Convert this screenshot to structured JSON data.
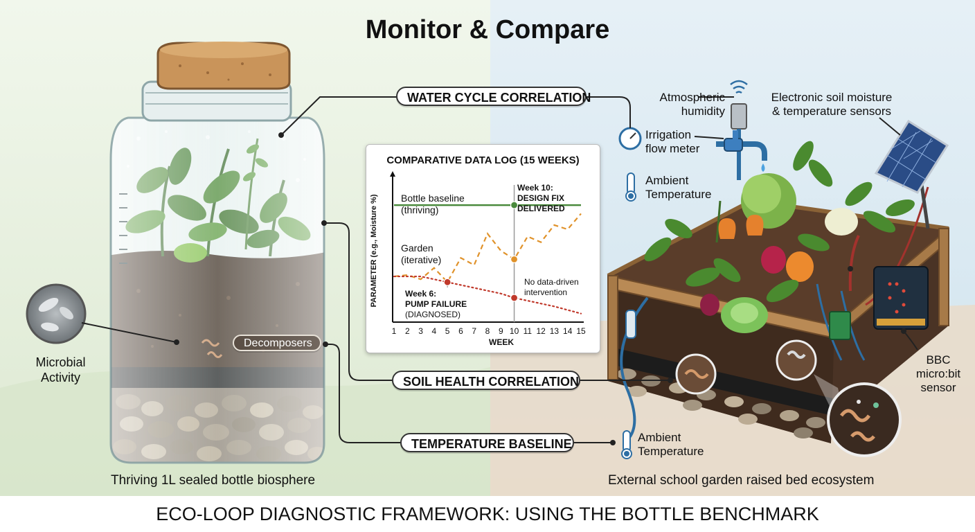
{
  "title": "Monitor & Compare",
  "footer": "ECO-LOOP DIAGNOSTIC FRAMEWORK: USING THE BOTTLE BENCHMARK",
  "left_panel": {
    "caption": "Thriving 1L sealed bottle biosphere",
    "microbial_label": [
      "Microbial",
      "Activity"
    ],
    "decomposers_label": "Decomposers"
  },
  "right_panel": {
    "caption": "External school garden raised bed ecosystem",
    "atmospheric_label": [
      "Atmospheric",
      "humidity"
    ],
    "soil_sensor_label": [
      "Electronic soil moisture",
      "& temperature sensors"
    ],
    "flow_meter_label": [
      "Irrigation",
      "flow meter"
    ],
    "ambient_top_label": [
      "Ambient",
      "Temperature"
    ],
    "ambient_bottom_label": [
      "Ambient",
      "Temperature"
    ],
    "microbit_label": [
      "BBC",
      "micro:bit",
      "sensor"
    ]
  },
  "correlations": {
    "water": "WATER CYCLE CORRELATION",
    "soil": "SOIL HEALTH CORRELATION",
    "temperature": "TEMPERATURE BASELINE"
  },
  "colors": {
    "left_bg": "#e6f1de",
    "right_bg": "#dcebf3",
    "soil_bg": "#e8ddcc",
    "baseline_green": "#4a8a3c",
    "garden_orange": "#e0922a",
    "decline_red": "#c0392b"
  },
  "chart_data": {
    "type": "line",
    "title": "COMPARATIVE DATA LOG (15 WEEKS)",
    "xlabel": "WEEK",
    "ylabel": "PARAMETER (e.g., Moisture %)",
    "x": [
      1,
      2,
      3,
      4,
      5,
      6,
      7,
      8,
      9,
      10,
      11,
      12,
      13,
      14,
      15
    ],
    "series": [
      {
        "name": "Bottle baseline (thriving)",
        "style": "solid",
        "color": "#4a8a3c",
        "x": [
          1,
          15
        ],
        "y": [
          0.82,
          0.82
        ]
      },
      {
        "name": "Garden (iterative)",
        "style": "dashed",
        "color": "#e0922a",
        "x": [
          1,
          2,
          3,
          4,
          5,
          6,
          7,
          8,
          9,
          10,
          11,
          12,
          13,
          14,
          15
        ],
        "y": [
          0.32,
          0.33,
          0.3,
          0.38,
          0.28,
          0.45,
          0.4,
          0.62,
          0.5,
          0.44,
          0.6,
          0.56,
          0.68,
          0.65,
          0.76
        ]
      },
      {
        "name": "No data-driven intervention",
        "style": "dotted",
        "color": "#c0392b",
        "x": [
          1,
          3,
          5,
          7,
          9,
          10,
          11,
          13,
          15
        ],
        "y": [
          0.32,
          0.32,
          0.28,
          0.24,
          0.2,
          0.17,
          0.15,
          0.11,
          0.06
        ]
      }
    ],
    "series_labels": {
      "baseline": [
        "Bottle baseline",
        "(thriving)"
      ],
      "garden": [
        "Garden",
        "(iterative)"
      ],
      "decline": [
        "No data-driven",
        "intervention"
      ]
    },
    "annotations": {
      "week6": [
        "Week 6:",
        "PUMP FAILURE",
        "(DIAGNOSED)"
      ],
      "week10": [
        "Week 10:",
        "DESIGN FIX",
        "DELIVERED"
      ]
    },
    "markers": [
      {
        "x": 5,
        "y": 0.28,
        "color": "#c0392b"
      },
      {
        "x": 10,
        "y": 0.82,
        "color": "#4a8a3c"
      },
      {
        "x": 10,
        "y": 0.44,
        "color": "#e0922a"
      },
      {
        "x": 10,
        "y": 0.17,
        "color": "#c0392b"
      }
    ],
    "vline_x": 10,
    "ylim": [
      0,
      1
    ],
    "grid": false
  }
}
